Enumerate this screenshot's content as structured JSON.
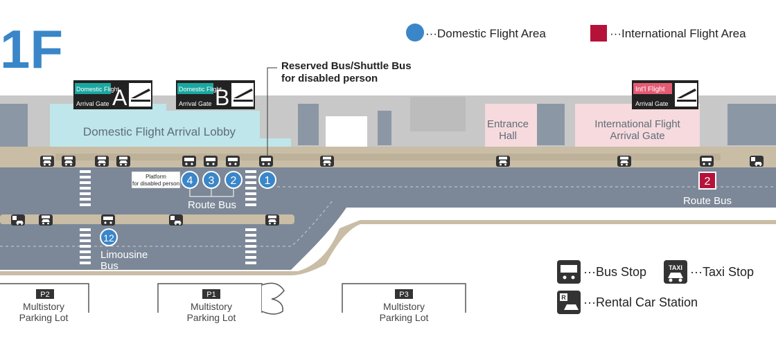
{
  "floor": "1F",
  "legend": {
    "domestic": "···Domestic Flight Area",
    "international": "···International Flight Area",
    "bus_stop": "···Bus Stop",
    "taxi_stop": "···Taxi Stop",
    "rental_car": "···Rental Car Station"
  },
  "colors": {
    "domestic": "#3a86c8",
    "international": "#b5123a",
    "road": "#7c8898",
    "building": "#c8c8c8",
    "lobby": "#bfe6ea",
    "intl_area": "#f6dadd",
    "sidewalk": "#c9bda6",
    "sign_bg": "#222222"
  },
  "gates": {
    "a": {
      "top": "Domestic Flight",
      "bottom": "Arrival Gate",
      "letter": "A"
    },
    "b": {
      "top": "Domestic Flight",
      "bottom": "Arrival Gate",
      "letter": "B"
    },
    "intl": {
      "top": "Int'l Flight",
      "bottom": "Arrival Gate"
    }
  },
  "reserved_bus": {
    "line1": "Reserved Bus/Shuttle Bus",
    "line2": "for disabled person"
  },
  "areas": {
    "lobby": "Domestic Flight Arrival Lobby",
    "entrance_line1": "Entrance",
    "entrance_line2": "Hall",
    "intl_line1": "International Flight",
    "intl_line2": "Arrival Gate"
  },
  "platform": {
    "line1": "Platform",
    "line2": "for disabled person"
  },
  "stops": {
    "s1": "1",
    "s2": "2",
    "s3": "3",
    "s4": "4",
    "s12": "12",
    "intl2": "2"
  },
  "labels": {
    "route_bus_left": "Route Bus",
    "route_bus_right": "Route Bus",
    "limousine_line1": "Limousine",
    "limousine_line2": "Bus"
  },
  "parking": {
    "p2": {
      "code": "P2",
      "line1": "Multistory",
      "line2": "Parking Lot"
    },
    "p1": {
      "code": "P1",
      "line1": "Multistory",
      "line2": "Parking Lot"
    },
    "p3": {
      "code": "P3",
      "line1": "Multistory",
      "line2": "Parking Lot"
    }
  },
  "taxi_word": "TAXI",
  "rental_letter": "R"
}
